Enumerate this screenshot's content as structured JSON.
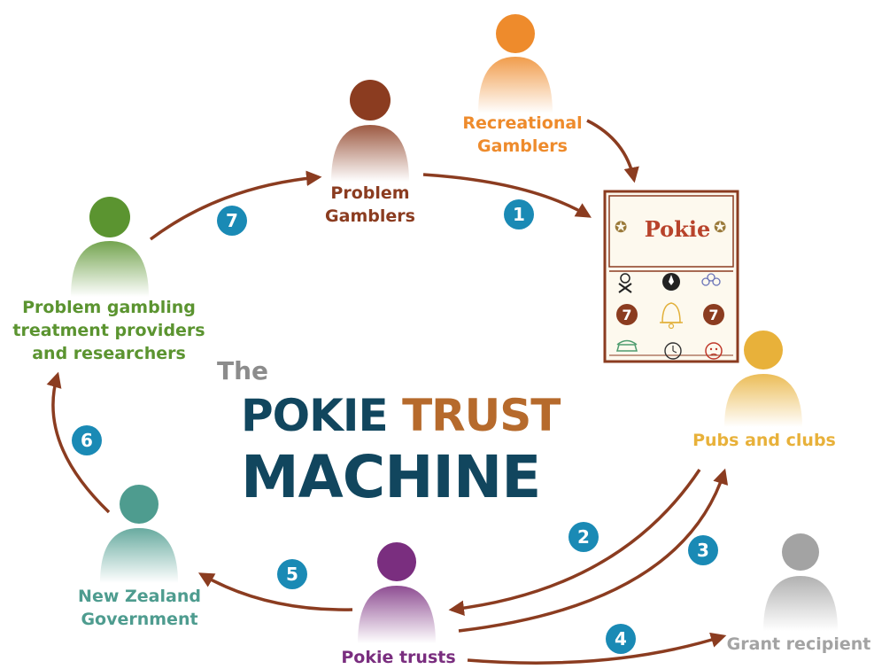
{
  "colors": {
    "arrow": "#8b3c20",
    "badge": "#1a8ab5",
    "recreational": "#ee8b2c",
    "problem": "#8b3c20",
    "treatment": "#5b9430",
    "government": "#4e9c8f",
    "pokie_trusts": "#7a2e7f",
    "pubs": "#e8b13a",
    "grant": "#a3a3a3",
    "title_dark": "#11465e",
    "title_trust": "#b66a2c"
  },
  "actors": {
    "recreational": {
      "line1": "Recreational",
      "line2": "Gamblers"
    },
    "problem": {
      "line1": "Problem",
      "line2": "Gamblers"
    },
    "treatment": {
      "line1": "Problem gambling",
      "line2": "treatment providers",
      "line3": "and researchers"
    },
    "government": {
      "line1": "New Zealand",
      "line2": "Government"
    },
    "pokie_trusts": {
      "label": "Pokie trusts"
    },
    "pubs": {
      "label": "Pubs and clubs"
    },
    "grant": {
      "label": "Grant recipient"
    }
  },
  "title": {
    "the": "The",
    "pokie": "POKIE",
    "trust": "TRUST",
    "machine": "MACHINE"
  },
  "machine": {
    "word": "Pokie",
    "star": "✪",
    "reels": [
      [
        "skull-icon",
        "flower-icon",
        "clover-icon"
      ],
      [
        "seven-icon",
        "bell-icon",
        "seven-icon"
      ],
      [
        "telephone-icon",
        "clock-icon",
        "sad-face-icon"
      ]
    ]
  },
  "steps": [
    "1",
    "2",
    "3",
    "4",
    "5",
    "6",
    "7"
  ]
}
